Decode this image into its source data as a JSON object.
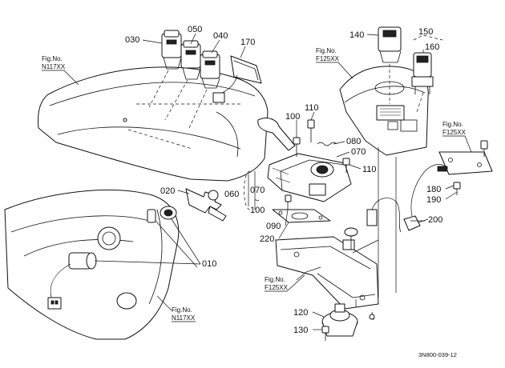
{
  "part_labels": [
    "030",
    "050",
    "040",
    "170",
    "140",
    "150",
    "160",
    "110",
    "100",
    "080",
    "070",
    "110",
    "060",
    "070",
    "~",
    "100",
    "020",
    "090",
    "220",
    "200",
    "180",
    "190",
    "010",
    "120",
    "130"
  ],
  "fig_refs": [
    {
      "title": "Fig.No.",
      "code": "N117XX"
    },
    {
      "title": "Fig.No.",
      "code": "F125XX"
    },
    {
      "title": "Fig.No.",
      "code": "F125XX"
    },
    {
      "title": "Fig.No.",
      "code": "F125XX"
    },
    {
      "title": "Fig.No.",
      "code": "N117XX"
    }
  ],
  "drawing_code": "3N800-039-12"
}
